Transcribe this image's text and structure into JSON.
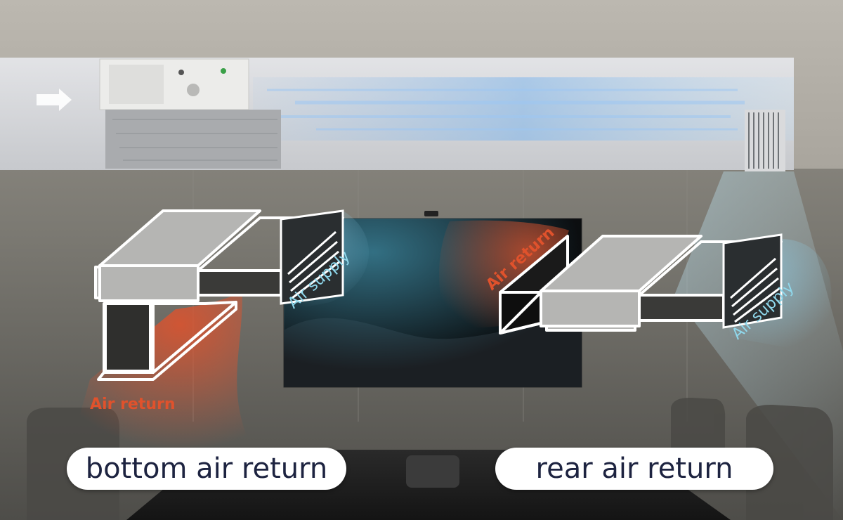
{
  "labels": {
    "air_supply_left": "Air supply",
    "air_supply_right": "Air supply",
    "air_return_bottom": "Air return",
    "air_return_rear": "Air return"
  },
  "captions": {
    "left": "bottom air return",
    "right": "rear air return"
  },
  "colors": {
    "air_return": "#e0522c",
    "air_supply": "#7cc8e0",
    "caption_text": "#1d2340",
    "outline": "#ffffff",
    "unit_fill": "#b5b5b3"
  }
}
